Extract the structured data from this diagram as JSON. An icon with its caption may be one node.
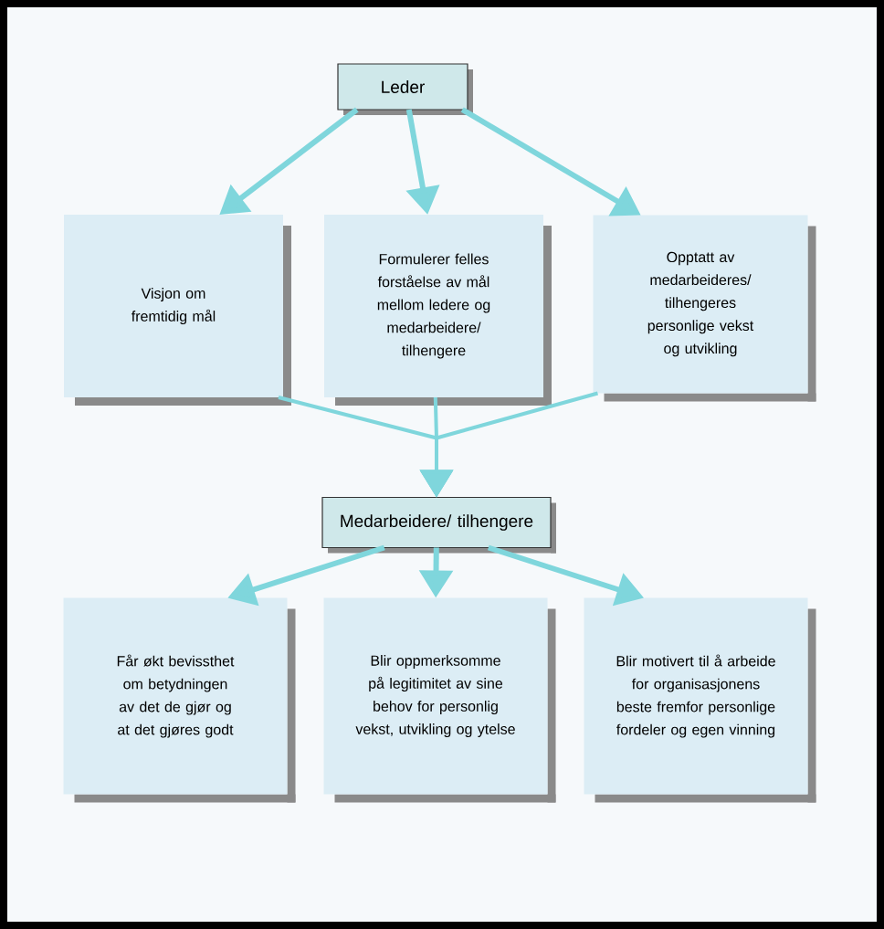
{
  "diagram": {
    "nodes": [
      {
        "text": [
          "Leder"
        ]
      },
      {
        "text": [
          "Visjon om fremtidig mål"
        ]
      },
      {
        "text": [
          "Formulerer felles forståelse av mål mellom ledere og medarbeidere/ tilhengere"
        ]
      },
      {
        "text": [
          "Opptatt av medarbeideres/ tilhengeres personlige vekst og utvikling"
        ]
      },
      {
        "text": [
          "Medarbeidere/ tilhengere"
        ]
      },
      {
        "text": [
          "Får økt bevissthet om betydningen av det de gjør og at det gjøres godt"
        ]
      },
      {
        "text": [
          "Blir oppmerksomme på legitimitet av sine behov for personlig vekst, utvikling og ytelse"
        ]
      },
      {
        "text": [
          "Blir motivert til å arbeide for organisasjonens beste fremfor personlige fordeler og egen vinning"
        ]
      }
    ],
    "edges": [
      {
        "from": 0,
        "to": 1,
        "arrow": "to"
      },
      {
        "from": 0,
        "to": 2,
        "arrow": "to"
      },
      {
        "from": 0,
        "to": 3,
        "arrow": "to"
      },
      {
        "from": 1,
        "to": 4,
        "arrow": "to"
      },
      {
        "from": 2,
        "to": 4,
        "arrow": "to"
      },
      {
        "from": 3,
        "to": 4,
        "arrow": "to"
      },
      {
        "from": 4,
        "to": 5,
        "arrow": "to"
      },
      {
        "from": 4,
        "to": 6,
        "arrow": "to"
      },
      {
        "from": 4,
        "to": 7,
        "arrow": "to"
      }
    ]
  }
}
